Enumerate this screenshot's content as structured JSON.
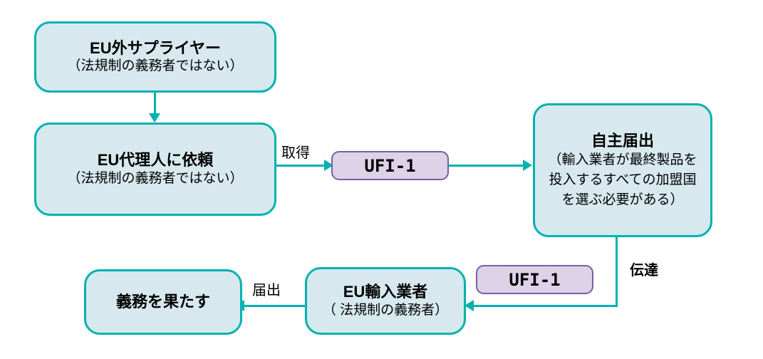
{
  "diagram": {
    "title_text_present": false,
    "colors": {
      "node_fill": "#d7e9ee",
      "node_border": "#00b2ae",
      "badge_fill": "#ddd2e8",
      "badge_border": "#7a5ea3",
      "connector": "#00b2ae",
      "text": "#000000",
      "background": "#ffffff"
    },
    "nodes": [
      {
        "id": "non-eu-supplier",
        "title": "EU外サプライヤー",
        "sub": "（法規制の義務者ではない）"
      },
      {
        "id": "request-eu-representative",
        "title": "EU代理人に依頼",
        "sub": "（法規制の義務者ではない）"
      },
      {
        "id": "self-notification",
        "title": "自主届出",
        "sub": "（輸入業者が最終製品を投入するすべての加盟国を選ぶ必要がある）"
      },
      {
        "id": "eu-importer",
        "title": "EU輸入業者",
        "sub": "（ 法規制の義務者）"
      },
      {
        "id": "fulfill-obligation",
        "title": "義務を果たす",
        "sub": ""
      }
    ],
    "badges": [
      {
        "id": "ufi-badge-top",
        "label": "UFI-1"
      },
      {
        "id": "ufi-badge-bottom",
        "label": "UFI-1"
      }
    ],
    "edge_labels": [
      {
        "id": "acquire",
        "label": "取得",
        "bold": false
      },
      {
        "id": "transmit",
        "label": "伝達",
        "bold": true
      },
      {
        "id": "notify",
        "label": "届出",
        "bold": false
      }
    ]
  }
}
